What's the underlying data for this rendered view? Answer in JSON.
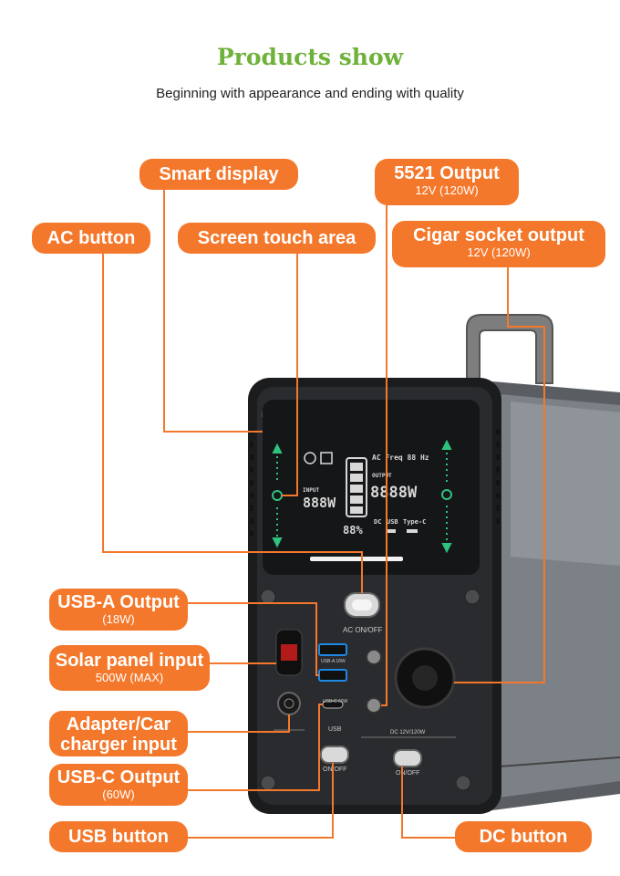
{
  "header": {
    "title": "Products show",
    "subtitle": "Beginning with appearance and ending with quality"
  },
  "callouts": {
    "smart_display": "Smart display",
    "ac_button": "AC button",
    "screen_touch_area": "Screen touch area",
    "output_5521": "5521 Output",
    "output_5521_spec": "12V  (120W)",
    "cigar_socket": "Cigar socket output",
    "cigar_socket_spec": "12V  (120W)",
    "usba_output": "USB-A Output",
    "usba_output_spec": "(18W)",
    "solar_input": "Solar panel input",
    "solar_input_spec": "500W (MAX)",
    "adapter_input_line1": "Adapter/Car",
    "adapter_input_line2": "charger input",
    "usbc_output": "USB-C Output",
    "usbc_output_spec": "(60W)",
    "usb_button": "USB button",
    "dc_button": "DC button"
  },
  "device": {
    "lcd": {
      "input_label": "INPUT",
      "input_value": "888W",
      "output_label": "OUTPUT",
      "output_value": "8888W",
      "ac_freq": "AC  Freq 88 Hz",
      "percent": "88%",
      "dc_label": "DC",
      "usb_label": "USB",
      "typec_label": "Type-C"
    },
    "ac_label": "AC ON/OFF",
    "usba_port_label": "USB-A 18W",
    "usbc_port_label": "USB-C 60W",
    "usb_label": "USB",
    "usb_onoff": "ON/OFF",
    "dc_spec_label": "DC 12V/120W",
    "dc_onoff": "ON/OFF"
  },
  "colors": {
    "accent": "#f4782b",
    "title_green": "#6fb23a",
    "lcd_green": "#2ec27e"
  }
}
